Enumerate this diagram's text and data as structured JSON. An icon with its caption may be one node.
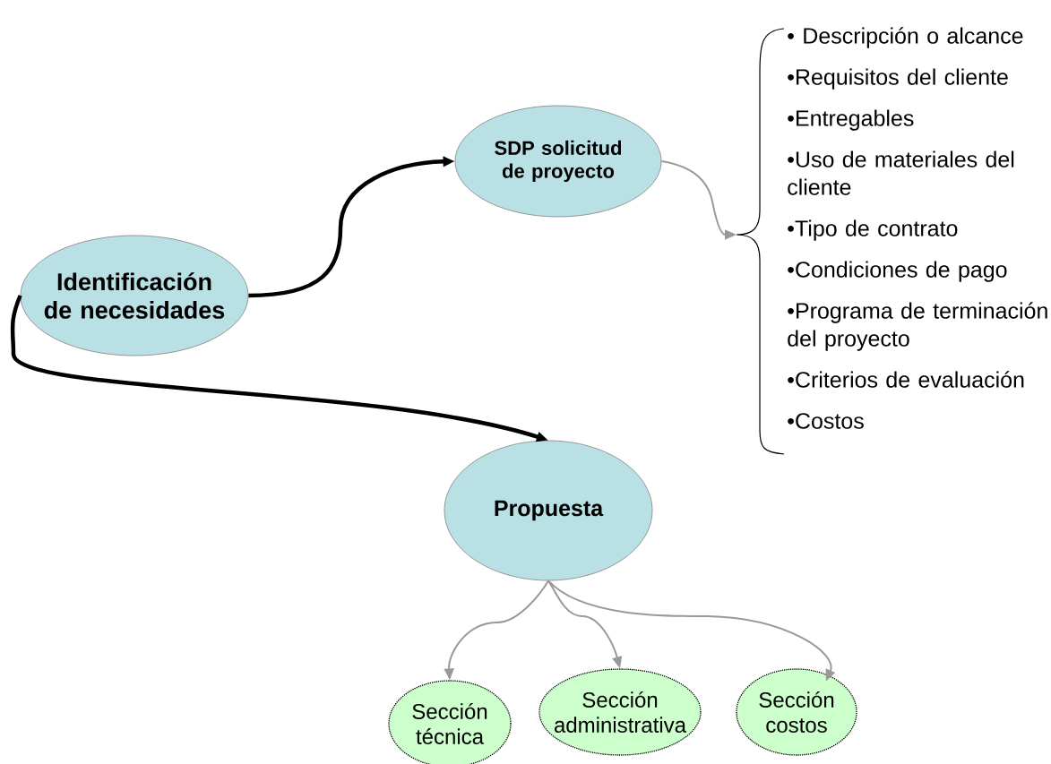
{
  "diagram": {
    "nodes": [
      {
        "text": [
          "Identificación de necesidades"
        ]
      },
      {
        "text": [
          "SDP solicitud de proyecto"
        ]
      },
      {
        "text": [
          "• Descripción o alcance",
          "•Requisitos del cliente",
          "•Entregables",
          "•Uso de materiales del cliente",
          "•Tipo de contrato",
          "•Condiciones de pago",
          "•Programa de terminación del proyecto",
          "•Criterios de evaluación",
          "•Costos"
        ]
      },
      {
        "text": [
          "Propuesta"
        ]
      },
      {
        "text": [
          "Sección técnica"
        ]
      },
      {
        "text": [
          "Sección administrativa"
        ]
      },
      {
        "text": [
          "Sección costos"
        ]
      }
    ],
    "edges": [
      {
        "from": 0,
        "to": 1,
        "arrow": "to",
        "style": "thick",
        "color": "#000000"
      },
      {
        "from": 0,
        "to": 3,
        "arrow": "to",
        "style": "thick",
        "color": "#000000"
      },
      {
        "from": 1,
        "to": 2,
        "arrow": "to"
      },
      {
        "from": 3,
        "to": 4,
        "arrow": "to"
      },
      {
        "from": 3,
        "to": 5,
        "arrow": "to"
      },
      {
        "from": 3,
        "to": 6,
        "arrow": "to"
      }
    ]
  }
}
